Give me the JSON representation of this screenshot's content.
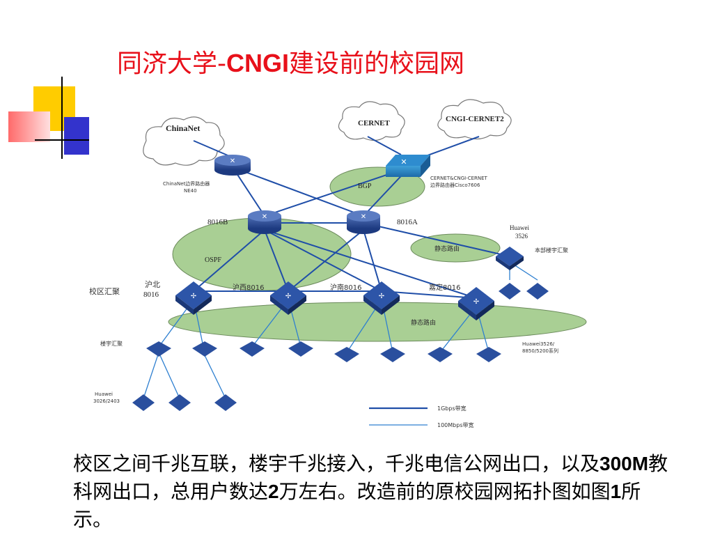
{
  "slide": {
    "title_part1": "同济大学-",
    "title_bold": "CNGI",
    "title_part2": "建设前的校园网",
    "caption_part1": "校区之间千兆互联，楼宇千兆接入，千兆电信公网出口，以及",
    "caption_bold1": "300M",
    "caption_part2": "教科网出口，总用户数达",
    "caption_bold2": "2",
    "caption_part3": "万左右。改造前的原校园网拓扑图如图",
    "caption_bold3": "1",
    "caption_part4": "所示。"
  },
  "diagram": {
    "clouds": {
      "chinanet": "ChinaNet",
      "cernet": "CERNET",
      "cernet2": "CNGI-CERNET2"
    },
    "routers": {
      "chinanet_edge_1": "ChinaNet边界路由器",
      "chinanet_edge_2": "NE40",
      "cernet_edge_1": "CERNET&CNGI-CERNET",
      "cernet_edge_2": "边界路由器Cisco7606",
      "core_b": "8016B",
      "core_a": "8016A"
    },
    "areas": {
      "bgp": "BGP",
      "ospf": "OSPF",
      "static_top": "静态路由",
      "static_bottom": "静态路由"
    },
    "huawei_top_1": "Huawei",
    "huawei_top_2": "3526",
    "building_label_right": "本部楼宇汇聚",
    "campus_label": "校区汇聚",
    "campus_nodes": {
      "hubei_1": "沪北",
      "hubei_2": "8016",
      "huxi": "沪西8016",
      "hunan": "沪南8016",
      "jiading": "嘉定8016"
    },
    "building_label_left": "楼宇汇聚",
    "huawei_right_1": "Huawei3526/",
    "huawei_right_2": "8850/5200系列",
    "huawei_bottom_1": "Huawei",
    "huawei_bottom_2": "3026/2403",
    "legend": {
      "gbps": "1Gbps带宽",
      "mbps": "100Mbps带宽"
    }
  }
}
